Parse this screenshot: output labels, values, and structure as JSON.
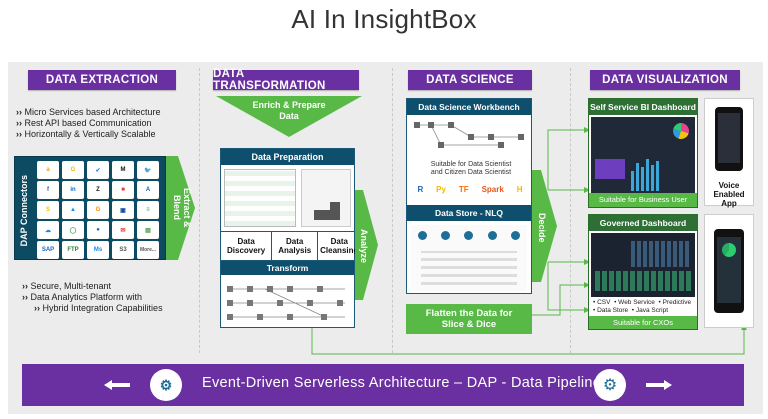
{
  "title": "AI In InsightBox",
  "extraction": {
    "header": "DATA EXTRACTION",
    "bullets_top": [
      "Micro Services based Architecture",
      "Rest API based Communication",
      "Horizontally & Vertically Scalable"
    ],
    "connectors_label": "DAP Connectors",
    "arrow_label": [
      "Extract",
      "& Blend"
    ],
    "tiles": [
      "a",
      "G",
      "✔",
      "M",
      "🐦",
      "f",
      "in",
      "Z",
      "■",
      "A",
      "S",
      "▲",
      "G",
      "▣",
      "≡",
      "☁",
      "◯",
      "●",
      "✉",
      "▤",
      "SAP",
      "FTP",
      "Ms",
      "S3",
      "More..."
    ],
    "bullets_bottom": [
      "Secure, Multi-tenant",
      "Data Analytics Platform with",
      "Hybrid Integration Capabilities"
    ]
  },
  "transformation": {
    "header": "DATA TRANSFORMATION",
    "enrich": "Enrich & Prepare Data",
    "prep_title": "Data Preparation",
    "discovery": "Data Discovery",
    "analysis": "Data Analysis",
    "cleansing": "Data Cleansing",
    "transform": "Transform",
    "analyze": "Analyze"
  },
  "science": {
    "header": "DATA SCIENCE",
    "workbench": "Data Science Workbench",
    "suitable": "Suitable for Data Scientist and Citizen Data Scientist",
    "store": "Data Store - NLQ",
    "flatten": "Flatten the Data for Slice & Dice",
    "decide": "Decide",
    "logos": [
      "R",
      "Py",
      "TF",
      "Spark",
      "H"
    ]
  },
  "visualization": {
    "header": "DATA VISUALIZATION",
    "selfservice": "Self Service BI Dashboard",
    "selfservice_note": "Suitable for Business User",
    "voice": "Voice Enabled App",
    "governed": "Governed Dashboard",
    "sources": [
      "CSV",
      "Web Service",
      "Predictive",
      "Data Store",
      "Java Script"
    ],
    "governed_note": "Suitable for CXOs"
  },
  "pipeline": {
    "label": "Event-Driven Serverless Architecture – DAP - Data Pipeline"
  },
  "colors": {
    "purple": "#6a2fa0",
    "green": "#58b947",
    "teal": "#0e4f6d"
  }
}
